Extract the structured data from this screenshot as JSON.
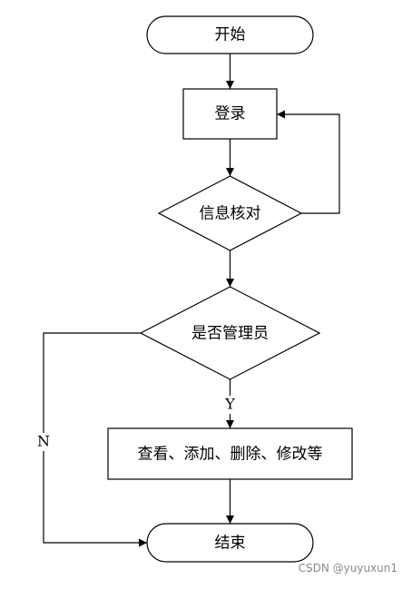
{
  "flowchart": {
    "nodes": {
      "start": "开始",
      "login": "登录",
      "verify": "信息核对",
      "is_admin": "是否管理员",
      "actions": "查看、添加、删除、修改等",
      "end": "结束"
    },
    "edge_labels": {
      "yes": "Y",
      "no": "N"
    }
  },
  "watermark": "CSDN @yuyuxun1"
}
